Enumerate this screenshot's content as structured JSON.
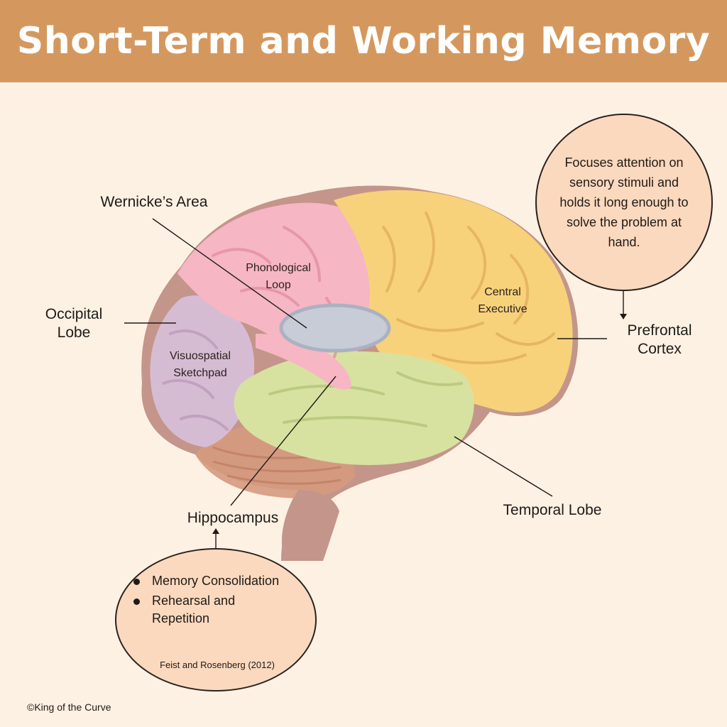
{
  "title": "Short-Term and Working Memory",
  "labels": {
    "wernicke": "Wernicke’s Area",
    "occipital": "Occipital\nLobe",
    "prefrontal": "Prefrontal\nCortex",
    "temporal": "Temporal Lobe",
    "hippocampus": "Hippocampus"
  },
  "regions": {
    "phonological_loop": "Phonological\nLoop",
    "central_executive": "Central\nExecutive",
    "visuospatial_sketchpad": "Visuospatial\nSketchpad"
  },
  "prefrontal_note": "Focuses attention on sensory stimuli and holds it long enough to solve the problem at hand.",
  "hippocampus_notes": [
    "Memory Consolidation",
    "Rehearsal and Repetition"
  ],
  "citation": "Feist and Rosenberg (2012)",
  "copyright": "©King of the Curve",
  "colors": {
    "banner": "#d4985f",
    "background": "#fdf1e3",
    "frontal": "#f8d27a",
    "parietal": "#f6b6c4",
    "occipital": "#d6bcd3",
    "temporal": "#d7e2a0",
    "cerebellum": "#d59a7e",
    "brainstem": "#c4958a",
    "bubble": "#fbd9be"
  }
}
